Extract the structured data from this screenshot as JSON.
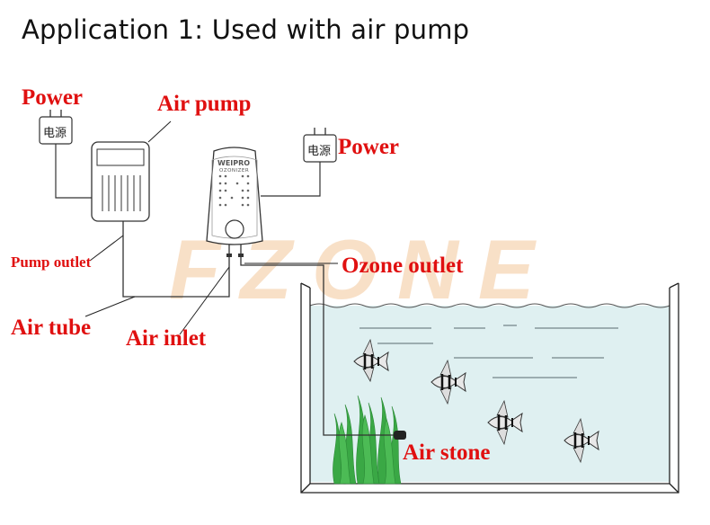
{
  "title": "Application 1: Used with air pump",
  "watermark": "FZONE",
  "labels": {
    "power_left": "Power",
    "air_pump": "Air pump",
    "power_right": "Power",
    "pump_outlet": "Pump outlet",
    "ozone_outlet": "Ozone outlet",
    "air_tube": "Air tube",
    "air_inlet": "Air inlet",
    "air_stone": "Air stone"
  },
  "plugs": {
    "left": "电源",
    "right": "电源"
  },
  "device": {
    "brand": "WEIPRO",
    "model": "OZONIZER"
  },
  "colors": {
    "label": "#e01010",
    "line": "#333333",
    "water": "#d8eef0",
    "plant": "#3aa845"
  }
}
